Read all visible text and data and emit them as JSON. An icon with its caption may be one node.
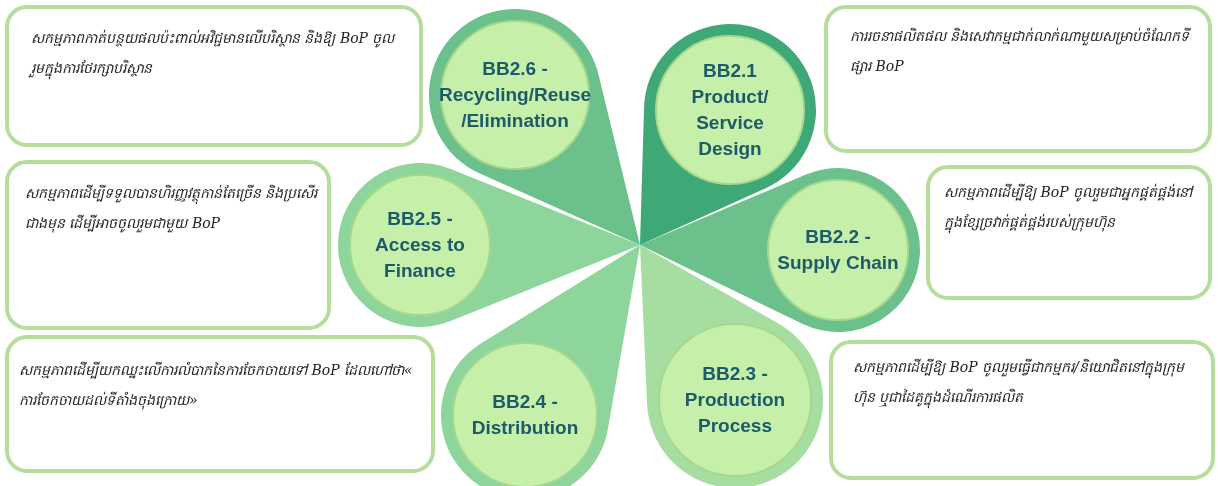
{
  "diagram": {
    "nodes": [
      {
        "text": [
          "សកម្មភាពកាត់បន្ថយផលប៉ះពាល់អវិជ្ជមានលើបរិស្ថាន និងឱ្យ BoP ចូលរួមក្នុងការថែរក្សាបរិស្ថាន"
        ]
      },
      {
        "text": [
          "BB2.6 - Recycling/Reuse /Elimination"
        ]
      },
      {
        "text": [
          "BB2.1 Product/ Service Design"
        ]
      },
      {
        "text": [
          "ការរចនាផលិតផល និងសេវាកម្មជាក់លាក់ណាមួយសម្រាប់ចំណែកទីផ្សារ BoP"
        ]
      },
      {
        "text": [
          "សកម្មភាពដើម្បីទទួលបានហិរញ្ញវត្ថុកាន់តែច្រើន និងប្រសើរជាងមុន ដើម្បីអាចចូលរួមជាមួយ BoP"
        ]
      },
      {
        "text": [
          "BB2.5 - Access to Finance"
        ]
      },
      {
        "text": [
          "BB2.2 - Supply Chain"
        ]
      },
      {
        "text": [
          "សកម្មភាពដើម្បីឱ្យ BoP ចូលរួមជាអ្នកផ្គត់ផ្គង់នៅក្នុងខ្សែច្រវាក់ផ្គត់ផ្គង់របស់ក្រុមហ៊ុន"
        ]
      },
      {
        "text": [
          "សកម្មភាពដើម្បីយកឈ្នះលើការលំបាកនៃការចែកចាយទៅ BoP ដែលហៅថា« ការចែកចាយដល់ទីតាំងចុងក្រោយ»"
        ]
      },
      {
        "text": [
          "BB2.4 - Distribution"
        ]
      },
      {
        "text": [
          "BB2.3 - Production Process"
        ]
      },
      {
        "text": [
          "សកម្មភាពដើម្បីឱ្យ BoP ចូលរួមធ្វើជាកម្មករ/និយោជិតនៅក្នុងក្រុមហ៊ុន ឬជាដៃគូក្នុងដំណើរការផលិត"
        ]
      }
    ]
  }
}
